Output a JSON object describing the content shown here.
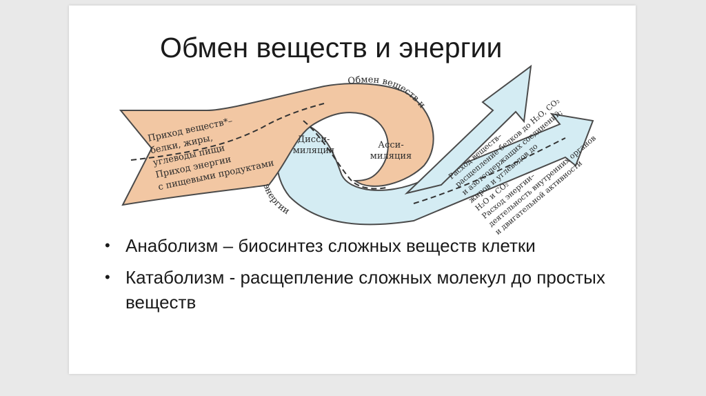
{
  "slide": {
    "title": "Обмен веществ и энергии",
    "bullets": [
      {
        "text": "Анаболизм – биосинтез сложных веществ клетки"
      },
      {
        "text": "Катаболизм  - расщепление сложных молекул до простых веществ"
      }
    ]
  },
  "diagram": {
    "colors": {
      "orange": "#f2c7a3",
      "blue": "#d4ecf3",
      "outline": "#4a4a4a"
    },
    "outer_label_top": "Обмен веществ и",
    "outer_label_bottom": "энергии",
    "left_lines": [
      "Приход веществ*–",
      "белки, жиры,",
      "углеводы пищи",
      "Приход энергии",
      "с пищевыми продуктами"
    ],
    "circle_left": [
      "Дисси-",
      "миляция"
    ],
    "circle_right": [
      "Асси-",
      "миляция"
    ],
    "right_lines": [
      "Расход веществ–",
      "расщепление белков до H₂O, CO₂",
      "и азотсодержащих соединений;",
      "жиров и углеводов до",
      "H₂O и CO₂",
      "Расход энергии–",
      "деятельность внутренних органов",
      "и двигательной активности"
    ]
  }
}
